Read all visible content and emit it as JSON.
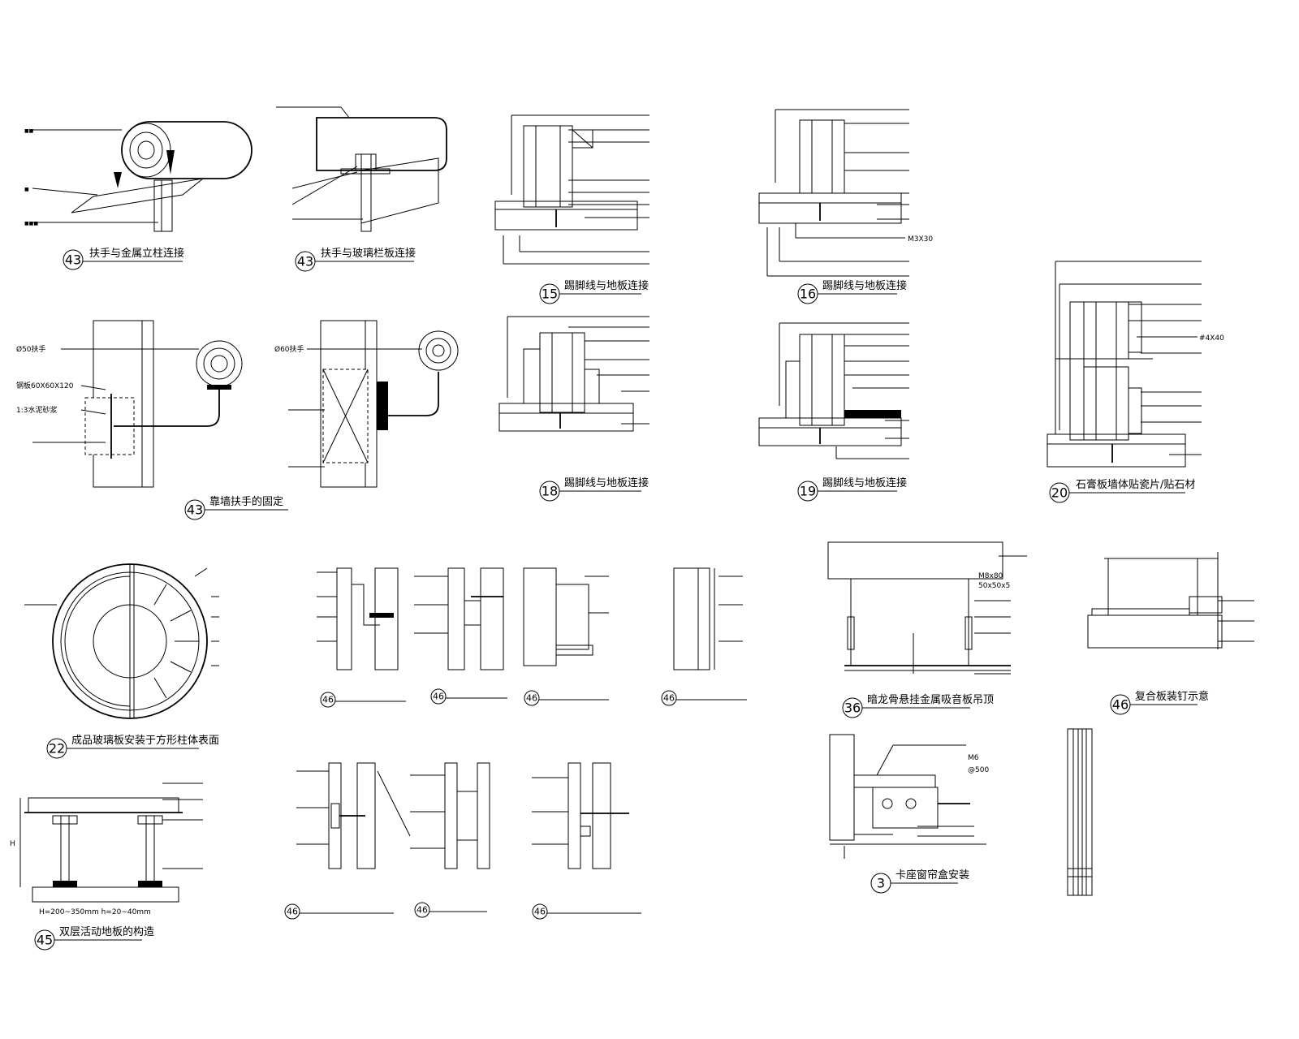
{
  "labels": {
    "d43a_title": "扶手与金属立柱连接",
    "d43b_title": "扶手与玻璃栏板连接",
    "d43c_title": "靠墙扶手的固定",
    "d43c_dim1": "Ø50扶手",
    "d43c_dim2": "钢板60X60X120",
    "d43c_dim3": "1:3水泥砂浆",
    "d43c_dim4": "Ø60扶手",
    "d15_title": "踢脚线与地板连接",
    "d16_title": "踢脚线与地板连接",
    "d16_dim": "M3X30",
    "d18_title": "踢脚线与地板连接",
    "d19_title": "踢脚线与地板连接",
    "d20_title": "石膏板墙体贴瓷片/贴石材",
    "d20_dim": "#4X40",
    "d22_title": "成品玻璃板安装于方形柱体表面",
    "d36_title": "暗龙骨悬挂金属吸音板吊顶",
    "d36_dim1": "M8x80",
    "d36_dim2": "50x50x5",
    "d46_title": "复合板装钉示意",
    "d45_title": "双层活动地板的构造",
    "d45_note": "H=200~350mm h=20~40mm",
    "d45_h": "H",
    "d3_title": "卡座窗帘盒安装",
    "d3_dim1": "M6",
    "d3_dim2": "@500"
  },
  "badges": {
    "n43a": "43",
    "n43b": "43",
    "n43c": "43",
    "n15": "15",
    "n16": "16",
    "n18": "18",
    "n19": "19",
    "n20": "20",
    "n22": "22",
    "n36": "36",
    "n46": "46",
    "n45": "45",
    "n3": "3",
    "n46_r2a": "46",
    "n46_r2b": "46",
    "n46_r2c": "46",
    "n46_r2d": "46",
    "n46_r3a": "46",
    "n46_r3b": "46",
    "n46_r3c": "46"
  }
}
